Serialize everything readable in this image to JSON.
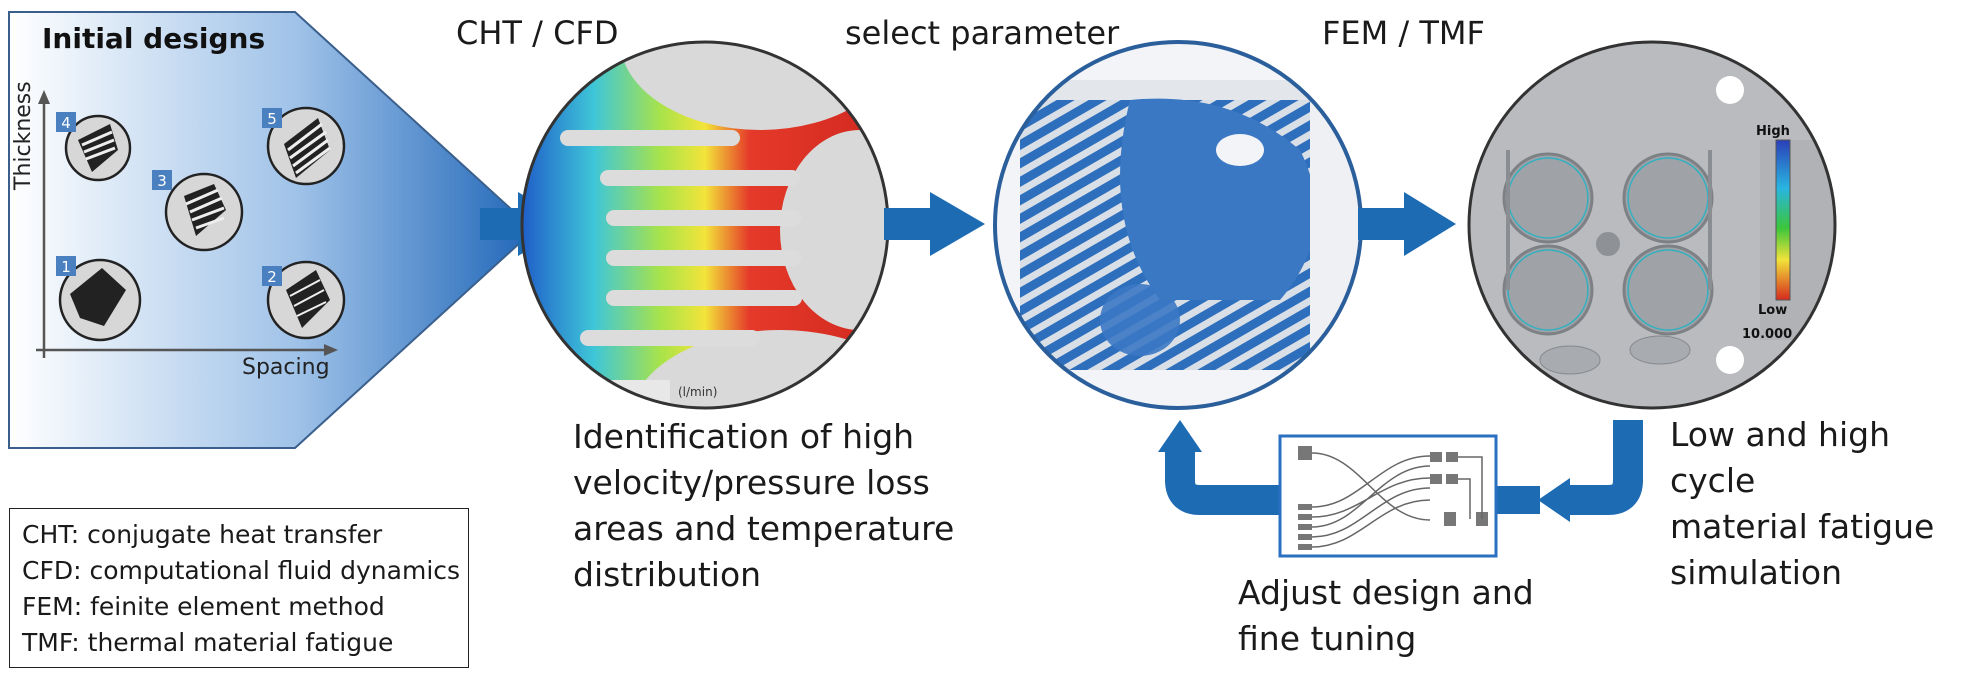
{
  "initial_designs": {
    "title": "Initial designs",
    "y_axis_label": "Thickness",
    "x_axis_label": "Spacing",
    "design_numbers": [
      "4",
      "5",
      "3",
      "1",
      "2"
    ]
  },
  "stages": {
    "cht_cfd": "CHT / CFD",
    "select_parameter": "select parameter",
    "fem_tmf": "FEM / TMF"
  },
  "descriptions": {
    "identification": [
      "Identification of high",
      "velocity/pressure loss",
      "areas and temperature",
      "distribution"
    ],
    "fatigue": [
      "Low and high cycle",
      "material fatigue",
      "simulation"
    ],
    "adjust": [
      "Adjust design and",
      "fine tuning"
    ]
  },
  "cfd_image": {
    "unit_label": "(l/min)"
  },
  "fem_image": {
    "scale_high": "High",
    "scale_low": "Low",
    "scale_value": "10.000"
  },
  "legend": [
    "CHT: conjugate heat transfer",
    "CFD: computational fluid dynamics",
    "FEM: feinite element method",
    "TMF: thermal material fatigue"
  ],
  "colors": {
    "arrow_blue": "#1c6bb3",
    "panel_blue": "#3d7fc6",
    "circle_border": "#333333"
  }
}
